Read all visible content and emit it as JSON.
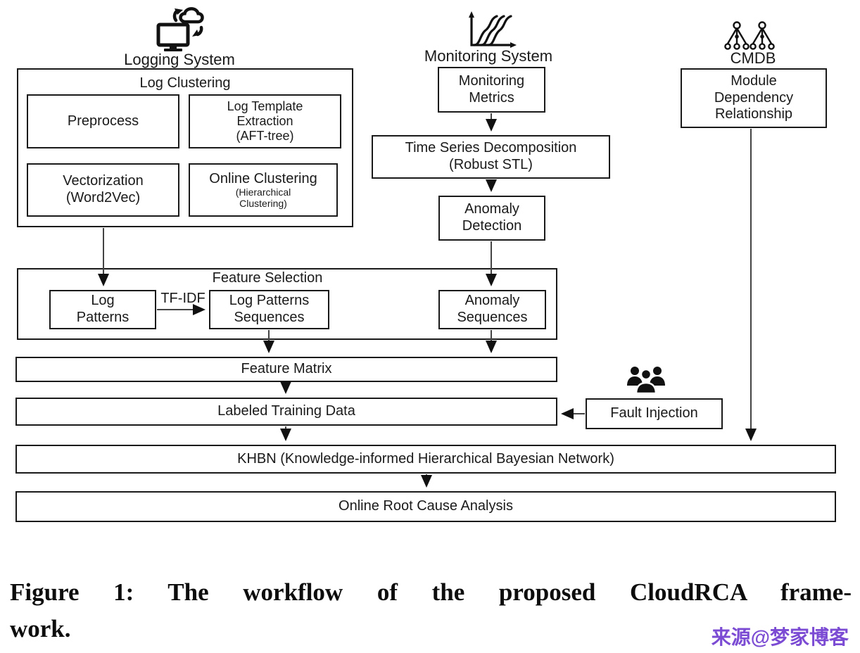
{
  "header": {
    "logging_label": "Logging System",
    "monitoring_label": "Monitoring System",
    "cmdb_label": "CMDB"
  },
  "icons": {
    "logging": "monitor-cloud-sync-icon",
    "monitoring": "metrics-curves-chart-icon",
    "cmdb": "dependency-trees-icon",
    "fault_injection": "people-group-icon"
  },
  "nodes": {
    "log_clustering_title": "Log Clustering",
    "preprocess": "Preprocess",
    "log_template": [
      "Log Template",
      "Extraction",
      "(AFT-tree)"
    ],
    "vectorization": [
      "Vectorization",
      "(Word2Vec)"
    ],
    "online_clustering_main": "Online Clustering",
    "online_clustering_sub": [
      "(Hierarchical",
      "Clustering)"
    ],
    "monitoring_metrics": [
      "Monitoring",
      "Metrics"
    ],
    "time_series_decomposition": [
      "Time Series Decomposition",
      "(Robust STL)"
    ],
    "anomaly_detection": [
      "Anomaly",
      "Detection"
    ],
    "module_dependency": [
      "Module",
      "Dependency",
      "Relationship"
    ],
    "feature_selection_title": "Feature Selection",
    "log_patterns": [
      "Log",
      "Patterns"
    ],
    "tfidf_label": "TF-IDF",
    "log_patterns_sequences": [
      "Log Patterns",
      "Sequences"
    ],
    "anomaly_sequences": [
      "Anomaly",
      "Sequences"
    ],
    "feature_matrix": "Feature Matrix",
    "labeled_training_data": "Labeled Training Data",
    "fault_injection": "Fault Injection",
    "khbn": "KHBN (Knowledge-informed Hierarchical Bayesian Network)",
    "online_root_cause_analysis": "Online Root Cause Analysis"
  },
  "caption": {
    "line1": "Figure 1: The workflow of the proposed CloudRCA frame-",
    "line2": "work."
  },
  "watermark": {
    "text": "来源@梦家博客",
    "color": "#7b4bd3"
  },
  "colors": {
    "border": "#1a1a1a",
    "arrow_stem": "#444444",
    "arrow_head": "#111111"
  }
}
